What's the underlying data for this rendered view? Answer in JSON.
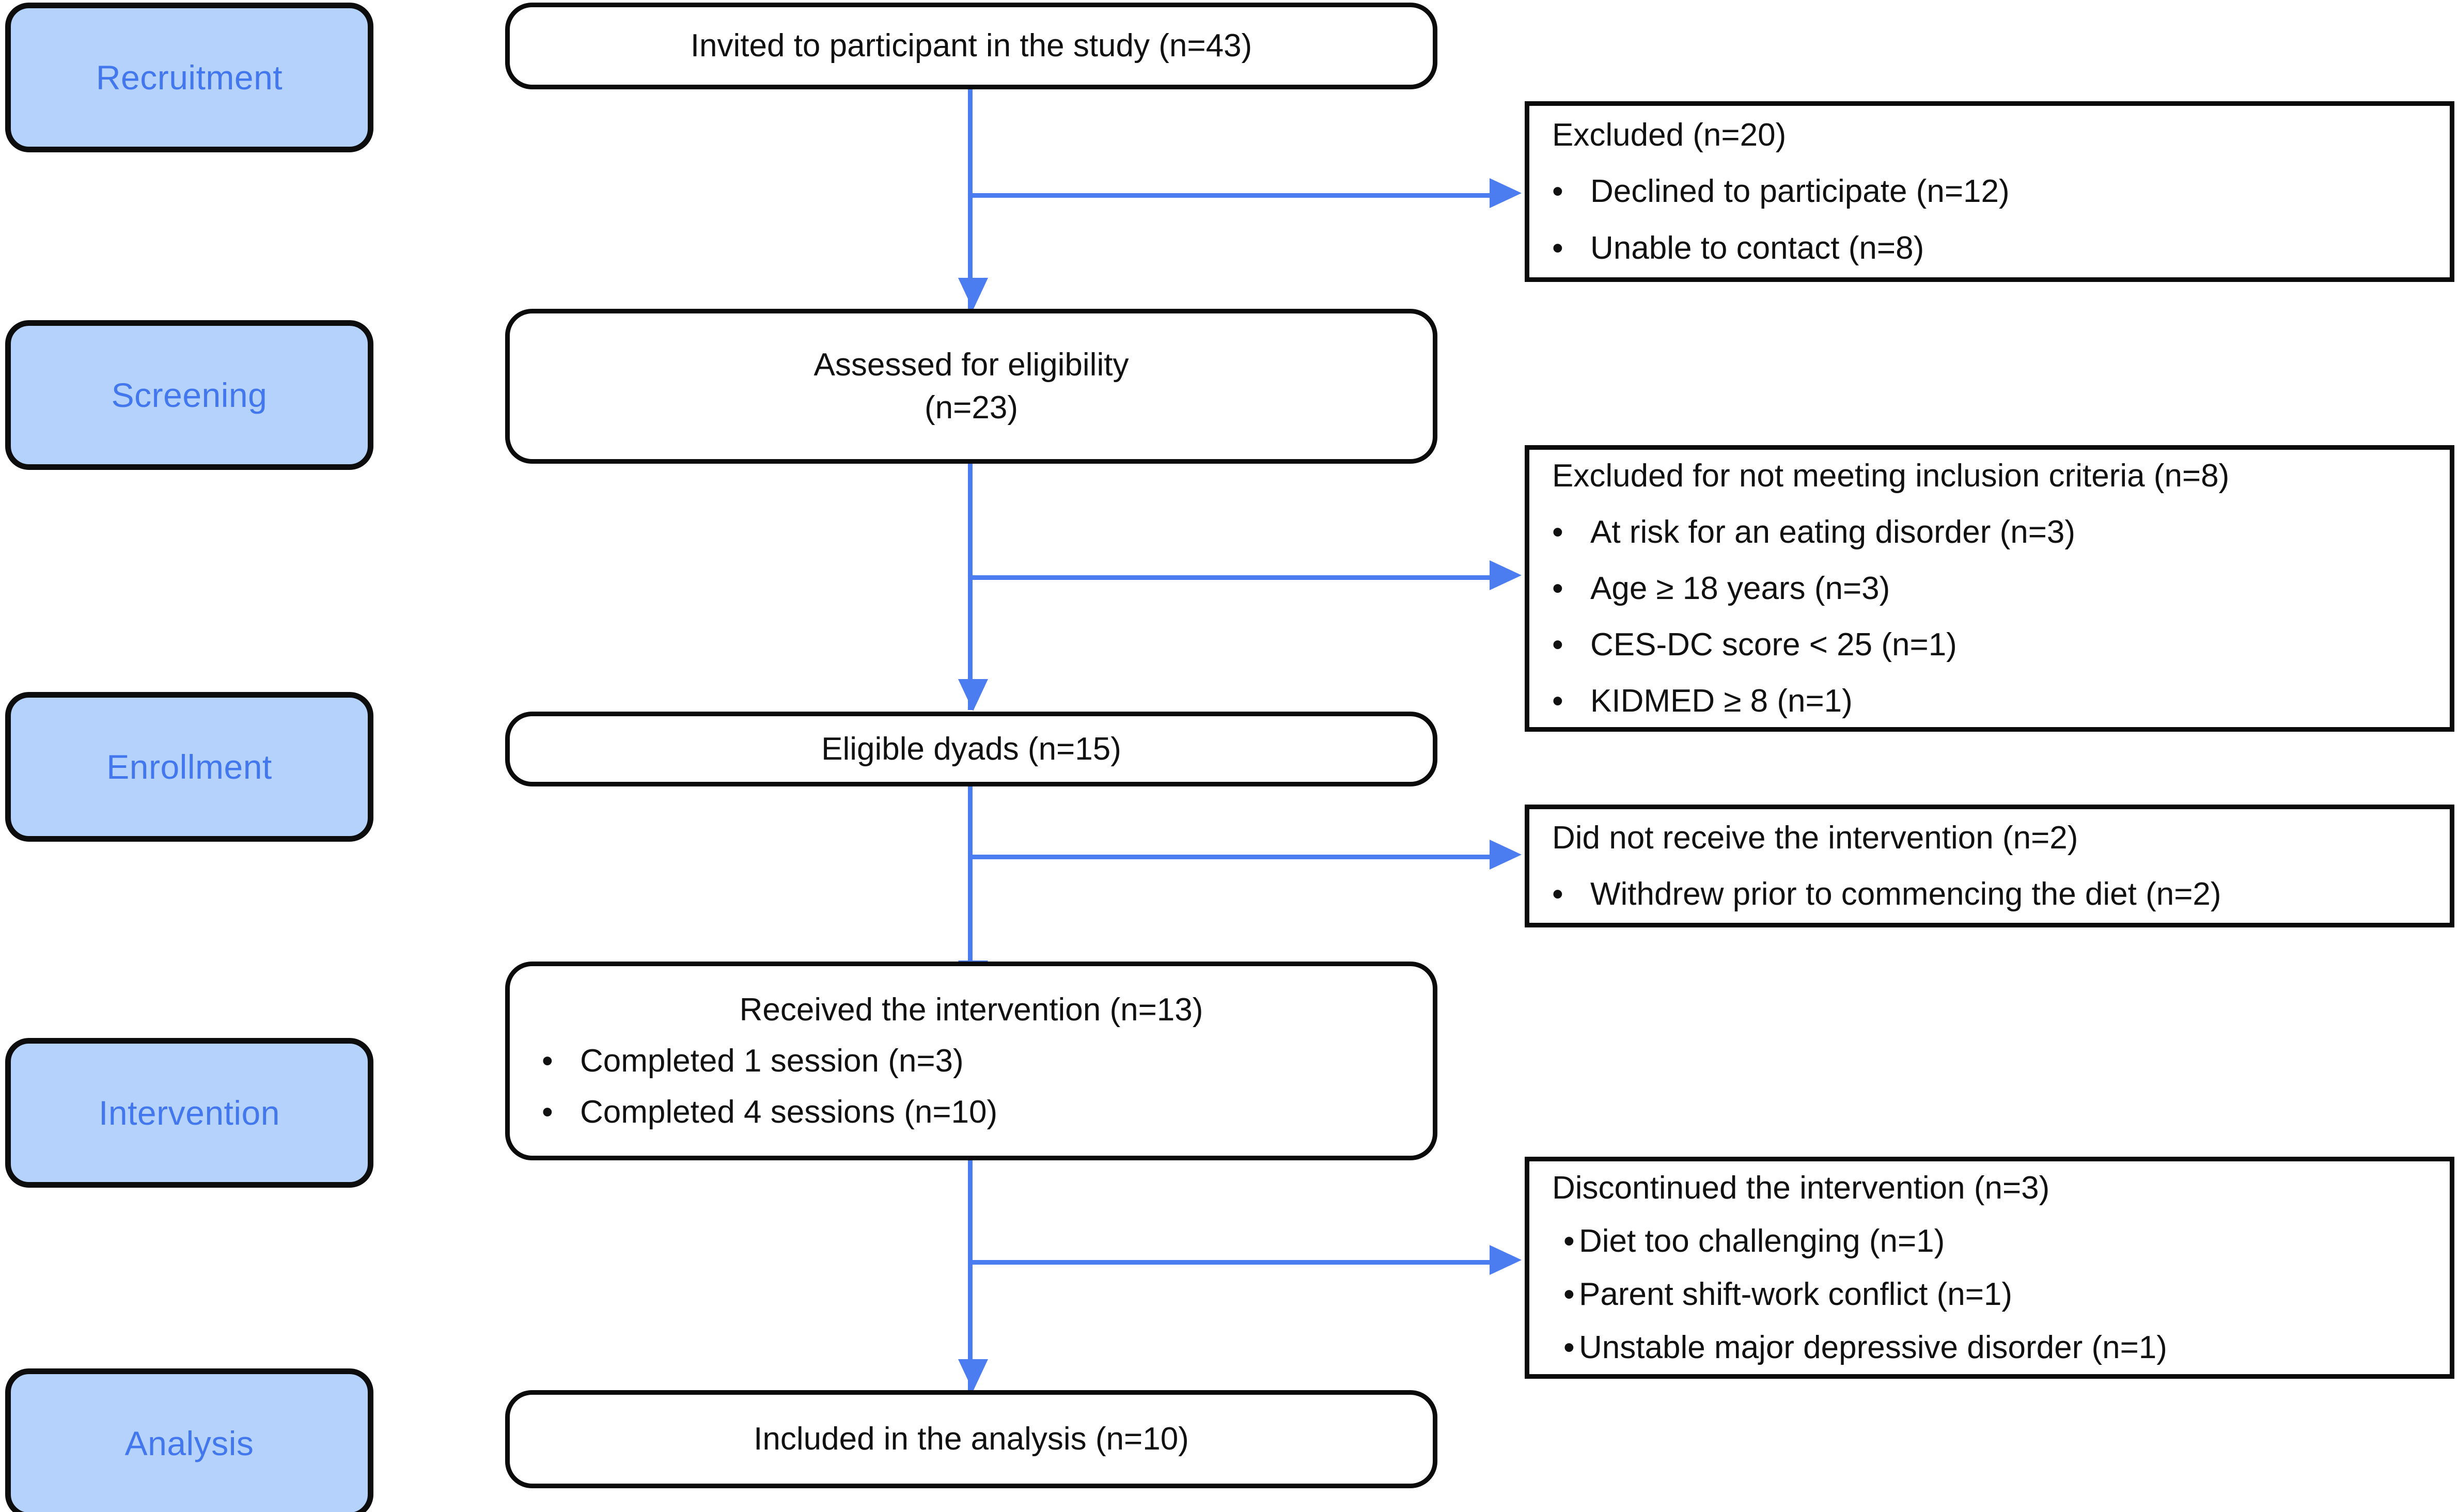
{
  "diagram": {
    "title": "CONSORT participant flow diagram",
    "colors": {
      "stage_fill": "#b4d2fc",
      "stage_text": "#4277ee",
      "arrow": "#4b7df0",
      "box_border": "#0b0b0b",
      "box_fill": "#ffffff",
      "body_text": "#111111"
    }
  },
  "stages": [
    {
      "label": "Recruitment"
    },
    {
      "label": "Screening"
    },
    {
      "label": "Enrollment"
    },
    {
      "label": "Intervention"
    },
    {
      "label": "Analysis"
    }
  ],
  "flow": [
    {
      "id": "invited",
      "title": "Invited to participant in the study (n=43)",
      "bullets": []
    },
    {
      "id": "assessed",
      "title": "Assessed for eligibility",
      "subtitle": "(n=23)",
      "bullets": []
    },
    {
      "id": "eligible",
      "title": "Eligible dyads (n=15)",
      "bullets": []
    },
    {
      "id": "received",
      "title": "Received the intervention (n=13)",
      "bullets": [
        "Completed 1 session (n=3)",
        "Completed 4 sessions (n=10)"
      ]
    },
    {
      "id": "included",
      "title": "Included in the analysis (n=10)",
      "bullets": []
    }
  ],
  "side_boxes": [
    {
      "id": "excluded-1",
      "title": "Excluded (n=20)",
      "bullets": [
        "Declined to participate (n=12)",
        "Unable to contact (n=8)"
      ]
    },
    {
      "id": "excluded-2",
      "title": "Excluded for not meeting inclusion criteria (n=8)",
      "bullets": [
        "At risk for an eating disorder (n=3)",
        "Age ≥ 18 years (n=3)",
        "CES-DC score < 25 (n=1)",
        "KIDMED ≥ 8 (n=1)"
      ]
    },
    {
      "id": "not-received",
      "title": "Did not receive the intervention (n=2)",
      "bullets": [
        "Withdrew prior to commencing the diet (n=2)"
      ]
    },
    {
      "id": "discontinued",
      "title": "Discontinued the intervention (n=3)",
      "bullets": [
        "Diet too challenging (n=1)",
        "Parent shift-work conflict (n=1)",
        "Unstable major depressive disorder (n=1)"
      ]
    }
  ]
}
